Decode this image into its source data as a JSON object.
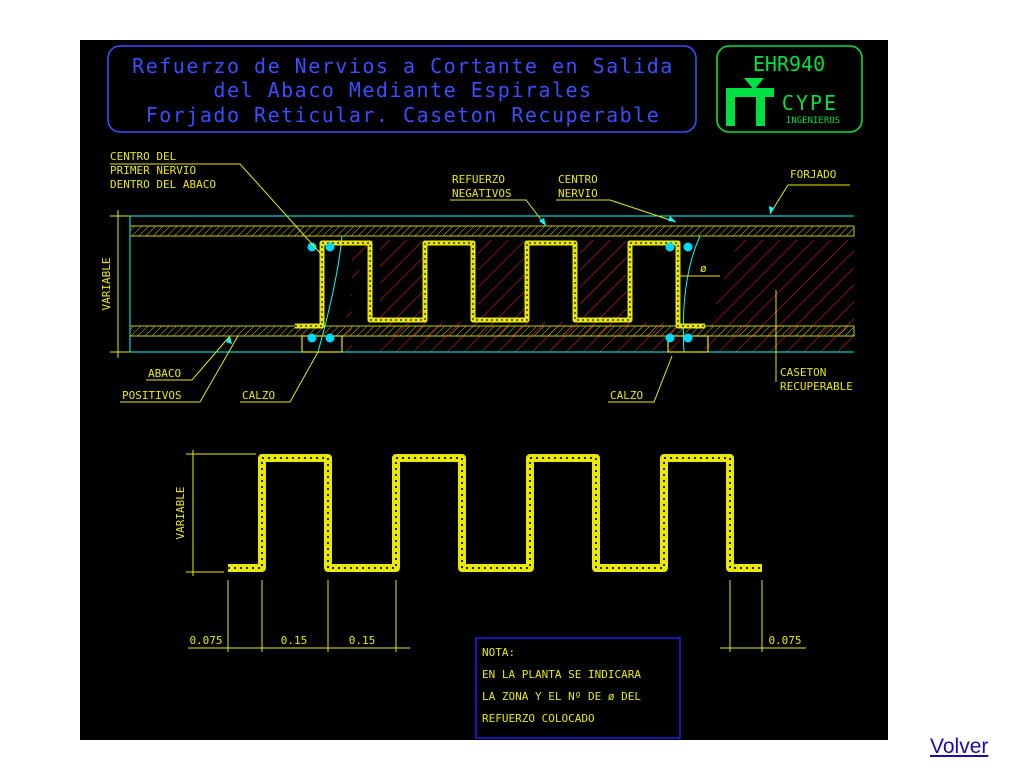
{
  "title_block": {
    "lines": [
      "Refuerzo de Nervios a Cortante en Salida",
      "del Abaco Mediante Espirales",
      "Forjado Reticular. Caseton Recuperable"
    ]
  },
  "logo": {
    "code": "EHR940",
    "brand": "CYPE",
    "sub": "INGENIEROS"
  },
  "labels": {
    "centro_primer": [
      "CENTRO DEL",
      "PRIMER NERVIO",
      "DENTRO DEL ABACO"
    ],
    "refuerzo_neg": [
      "REFUERZO",
      "NEGATIVOS"
    ],
    "centro_nervio": [
      "CENTRO",
      "NERVIO"
    ],
    "forjado": "FORJADO",
    "variable": "VARIABLE",
    "abaco": "ABACO",
    "positivos": "POSITIVOS",
    "calzo": "CALZO",
    "caseton": [
      "CASETON",
      "RECUPERABLE"
    ],
    "phi": "ø"
  },
  "dims": {
    "d1": "0.075",
    "d2": "0.15",
    "d3": "0.15",
    "d4": "0.075"
  },
  "note": {
    "lines": [
      "NOTA:",
      "EN LA PLANTA SE INDICARA",
      "LA ZONA Y EL Nº DE ø DEL",
      "REFUERZO COLOCADO"
    ]
  },
  "link": {
    "label": "Volver"
  },
  "colors": {
    "background": "#000000",
    "line_cyan": "#00ffff",
    "line_yellow": "#ffff00",
    "title_blue": "#3a4dff",
    "logo_green": "#00e040",
    "hatch_red": "#c82020",
    "rebar_cyan": "#00d8ff",
    "note_border": "#2020ff"
  }
}
